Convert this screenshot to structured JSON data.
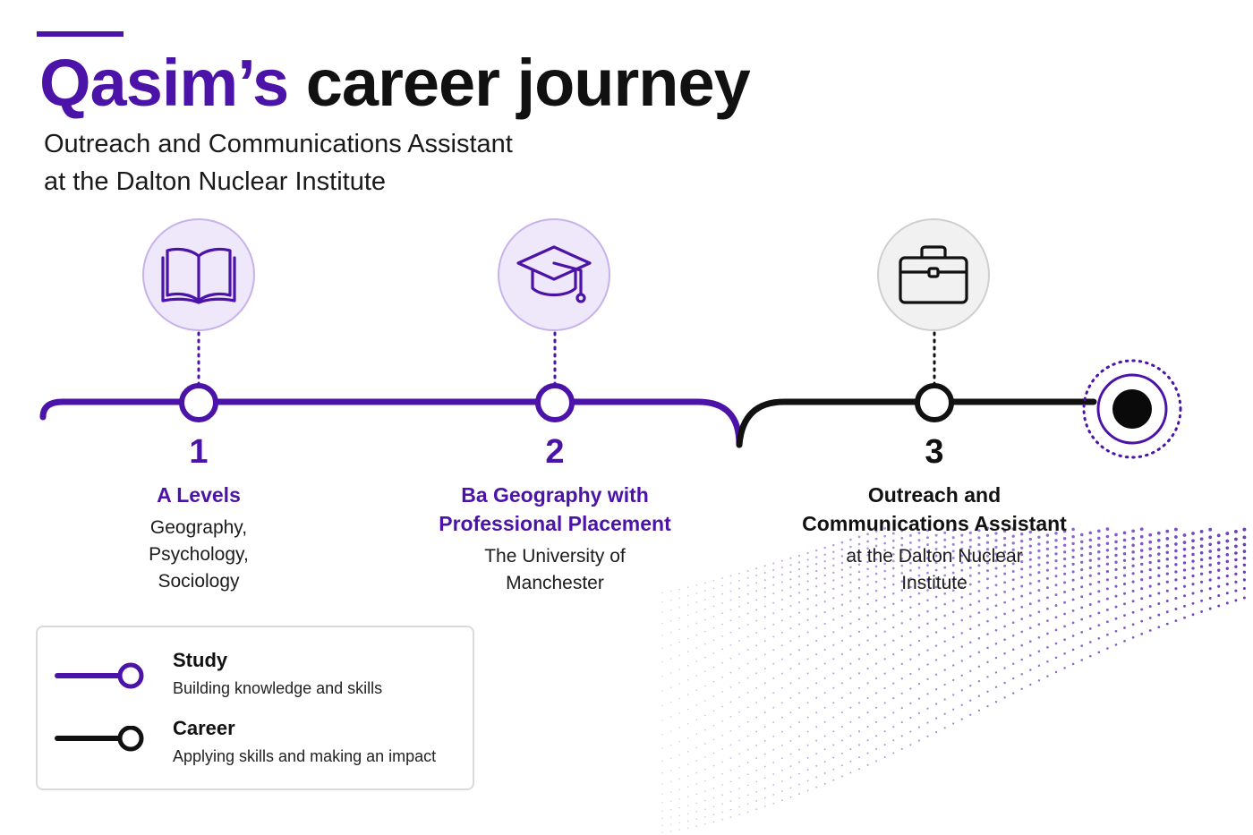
{
  "header": {
    "title_name": "Qasim’s",
    "title_rest": "career journey",
    "subtitle_line1": "Outreach and Communications Assistant",
    "subtitle_line2": "at the Dalton Nuclear Institute"
  },
  "colors": {
    "study": "#4b13a8",
    "career": "#111111"
  },
  "stages": [
    {
      "number": "1",
      "icon": "book-icon",
      "type": "study",
      "title": [
        "A Levels"
      ],
      "description": [
        "Geography,",
        "Psychology,",
        "Sociology"
      ]
    },
    {
      "number": "2",
      "icon": "graduation-cap-icon",
      "type": "study",
      "title": [
        "Ba Geography with",
        "Professional Placement"
      ],
      "description": [
        "The University of",
        "Manchester"
      ]
    },
    {
      "number": "3",
      "icon": "briefcase-icon",
      "type": "career",
      "title": [
        "Outreach and",
        "Communications Assistant"
      ],
      "description": [
        "at the Dalton Nuclear",
        "Institute"
      ]
    }
  ],
  "legend": {
    "items": [
      {
        "type": "study",
        "label": "Study",
        "description": "Building knowledge and skills"
      },
      {
        "type": "career",
        "label": "Career",
        "description": "Applying skills and making an impact"
      }
    ]
  }
}
